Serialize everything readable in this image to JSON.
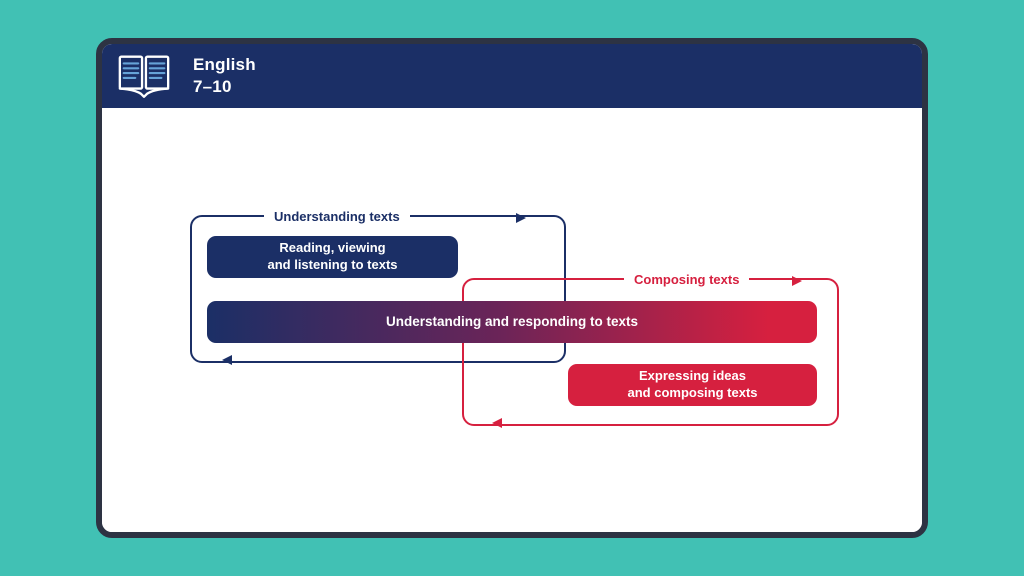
{
  "theme": {
    "background_teal": "#41C1B4",
    "card_border": "#2D3343",
    "navy": "#1B2F66",
    "crimson": "#D6203F",
    "gradient_mid": "#6B2458",
    "book_line_blue": "#66A3D8",
    "white": "#FFFFFF"
  },
  "header": {
    "icon": "open-book-icon",
    "title_line1": "English",
    "title_line2": "7–10"
  },
  "diagram": {
    "loops": [
      {
        "label": "Understanding texts",
        "color": "#1B2F66"
      },
      {
        "label": "Composing texts",
        "color": "#D6203F"
      }
    ],
    "boxes": {
      "reading": {
        "line1": "Reading, viewing",
        "line2": "and listening to texts",
        "fill": "#1B2F66"
      },
      "responding": {
        "text": "Understanding and responding to texts",
        "fill_gradient": [
          "#1B2F66",
          "#D6203F"
        ]
      },
      "expressing": {
        "line1": "Expressing ideas",
        "line2": "and composing texts",
        "fill": "#D6203F"
      }
    }
  }
}
